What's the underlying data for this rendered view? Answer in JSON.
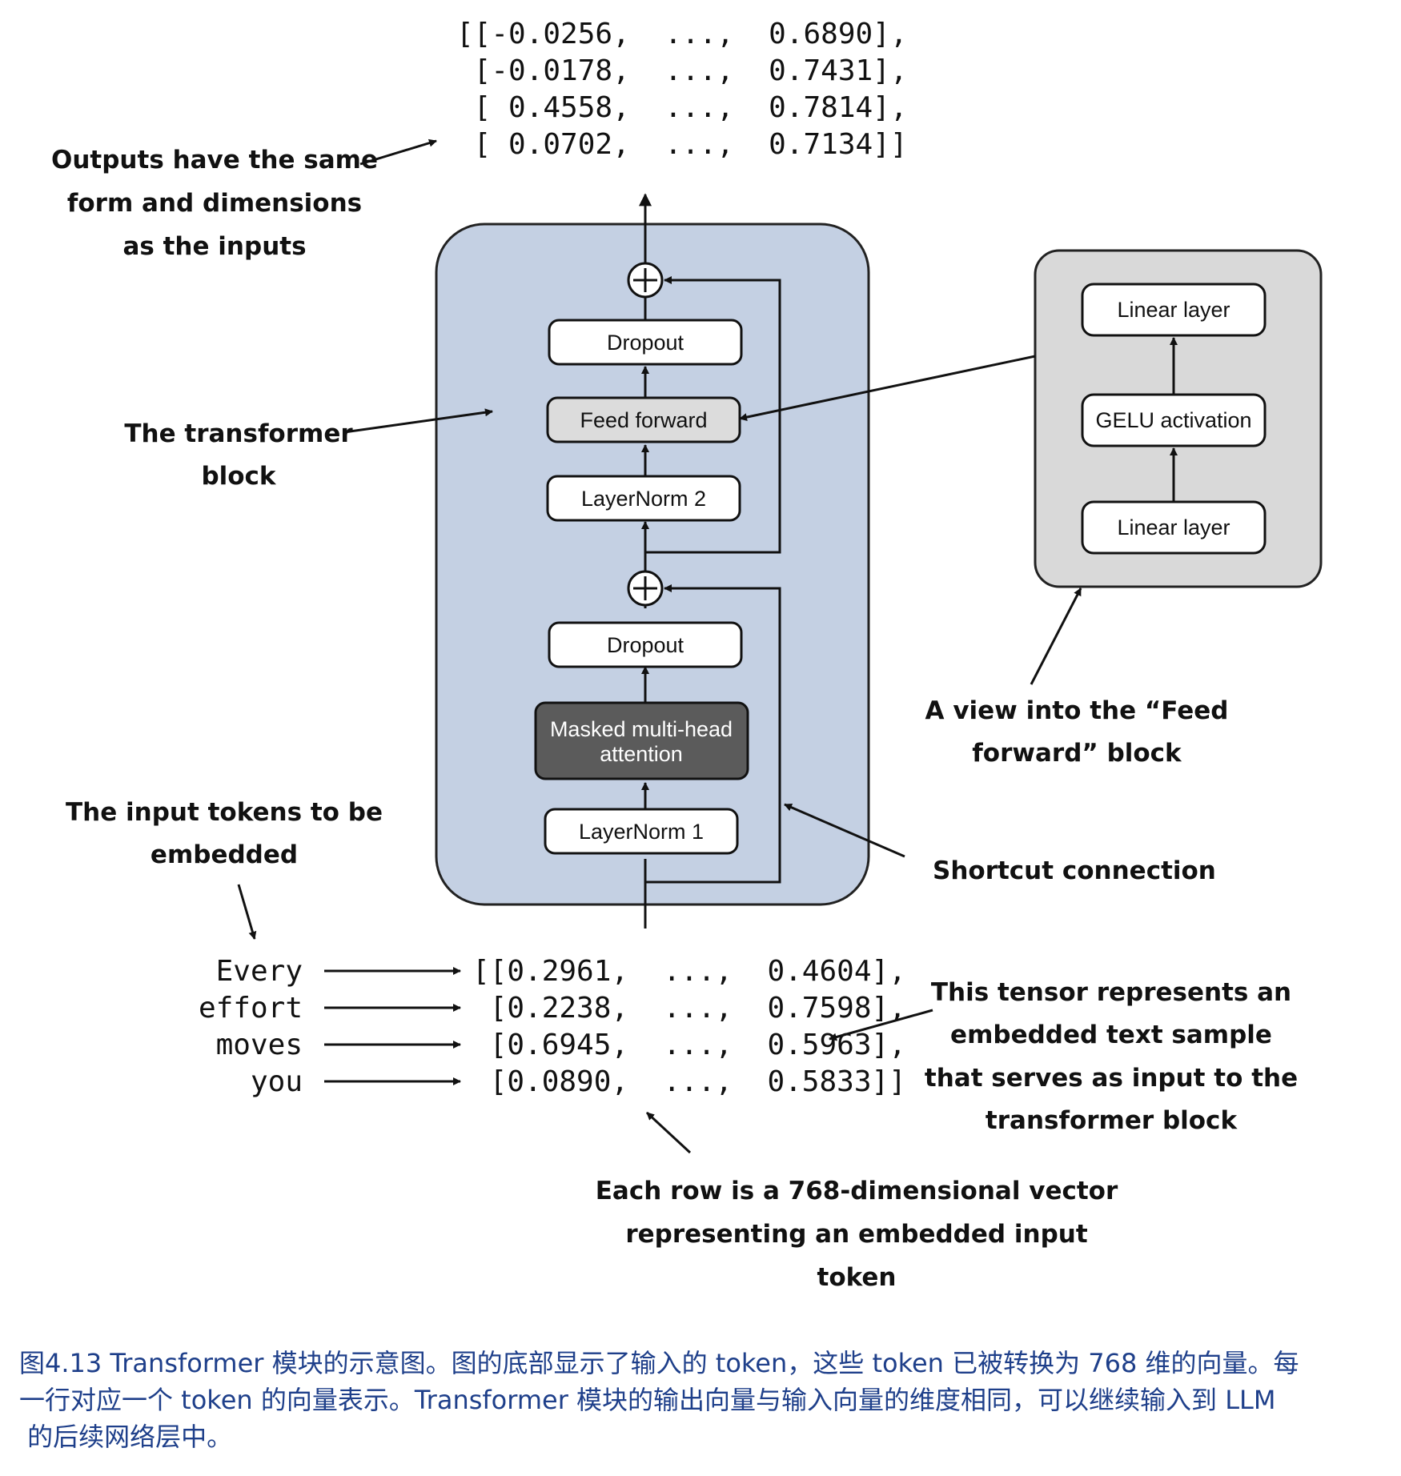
{
  "output_matrix": {
    "rows": [
      "[[-0.0256,  ...,  0.6890],",
      " [-0.0178,  ...,  0.7431],",
      " [ 0.4558,  ...,  0.7814],",
      " [ 0.0702,  ...,  0.7134]]"
    ]
  },
  "input_tokens": [
    "Every",
    "effort",
    "moves",
    "you"
  ],
  "input_matrix": {
    "rows": [
      "[[0.2961,  ...,  0.4604],",
      " [0.2238,  ...,  0.7598],",
      " [0.6945,  ...,  0.5963],",
      " [0.0890,  ...,  0.5833]]"
    ]
  },
  "transformer_block": {
    "dropout_top": "Dropout",
    "feed_forward": "Feed forward",
    "layernorm2": "LayerNorm 2",
    "dropout_bottom": "Dropout",
    "attention_line1": "Masked multi-head",
    "attention_line2": "attention",
    "layernorm1": "LayerNorm 1"
  },
  "feed_forward_view": {
    "linear_top": "Linear layer",
    "gelu": "GELU activation",
    "linear_bottom": "Linear layer"
  },
  "annotations": {
    "outputs": [
      "Outputs have the same",
      "form and dimensions",
      "as the inputs"
    ],
    "transformer_block": [
      "The transformer",
      "block"
    ],
    "input_tokens": [
      "The input tokens to be",
      "embedded"
    ],
    "ff_view": [
      "A view into the “Feed",
      "forward” block"
    ],
    "shortcut": [
      "Shortcut connection"
    ],
    "tensor": [
      "This tensor represents an",
      "embedded text sample",
      "that serves as input to the",
      "transformer block"
    ],
    "row": [
      "Each row is a 768-dimensional vector",
      "representing an embedded input",
      "token"
    ]
  },
  "caption": [
    "图4.13 Transformer 模块的示意图。图的底部显示了输入的 token，这些 token 已被转换为 768 维的向量。每",
    "一行对应一个 token 的向量表示。Transformer 模块的输出向量与输入向量的维度相同，可以继续输入到 LLM",
    " 的后续网络层中。"
  ],
  "colors": {
    "block_fill": "#c4d0e3",
    "ff_view_fill": "#d9d9d9",
    "feed_forward_fill": "#dcdcdc",
    "attention_fill": "#5b5b5b",
    "caption_text": "#1e3f8a"
  }
}
